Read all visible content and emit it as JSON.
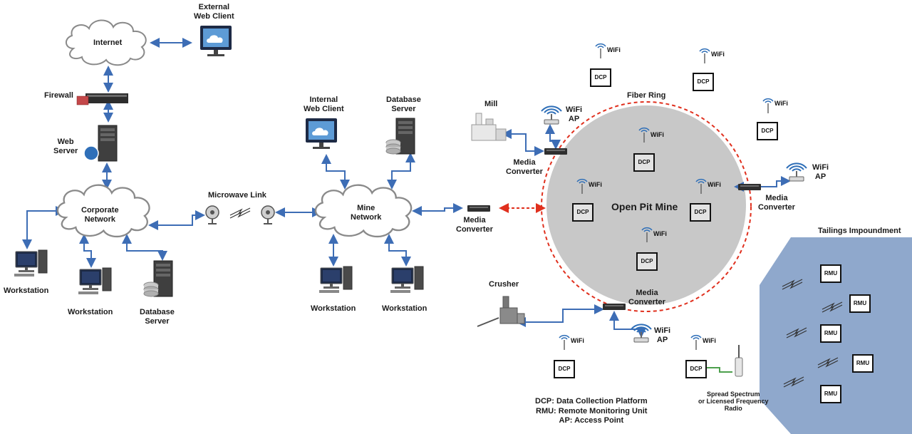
{
  "labels": {
    "internet": "Internet",
    "external_web_client": "External\nWeb Client",
    "firewall": "Firewall",
    "web_server": "Web\nServer",
    "corporate_network": "Corporate\nNetwork",
    "microwave_link": "Microwave Link",
    "mine_network": "Mine\nNetwork",
    "internal_web_client": "Internal\nWeb Client",
    "database_server_mine": "Database\nServer",
    "database_server_corp": "Database\nServer",
    "workstation": "Workstation",
    "mill": "Mill",
    "crusher": "Crusher",
    "media_converter": "Media\nConverter",
    "wifi_ap": "WiFi\nAP",
    "fiber_ring": "Fiber Ring",
    "open_pit_mine": "Open Pit Mine",
    "tailings_impoundment": "Tailings Impoundment",
    "spread_spectrum": "Spread Spectrum\nor Licensed Frequency\nRadio",
    "wifi": "WiFi",
    "dcp": "DCP",
    "rmu": "RMU"
  },
  "legend": [
    "DCP: Data Collection Platform",
    "RMU: Remote Monitoring Unit",
    "AP: Access Point"
  ],
  "colors": {
    "link_blue": "#3d6db5",
    "fiber_red": "#e0301e",
    "pit_gray": "#c8c8c8",
    "tailings_blue": "#8fa8cc",
    "cloud_stroke": "#8a8a8a"
  }
}
